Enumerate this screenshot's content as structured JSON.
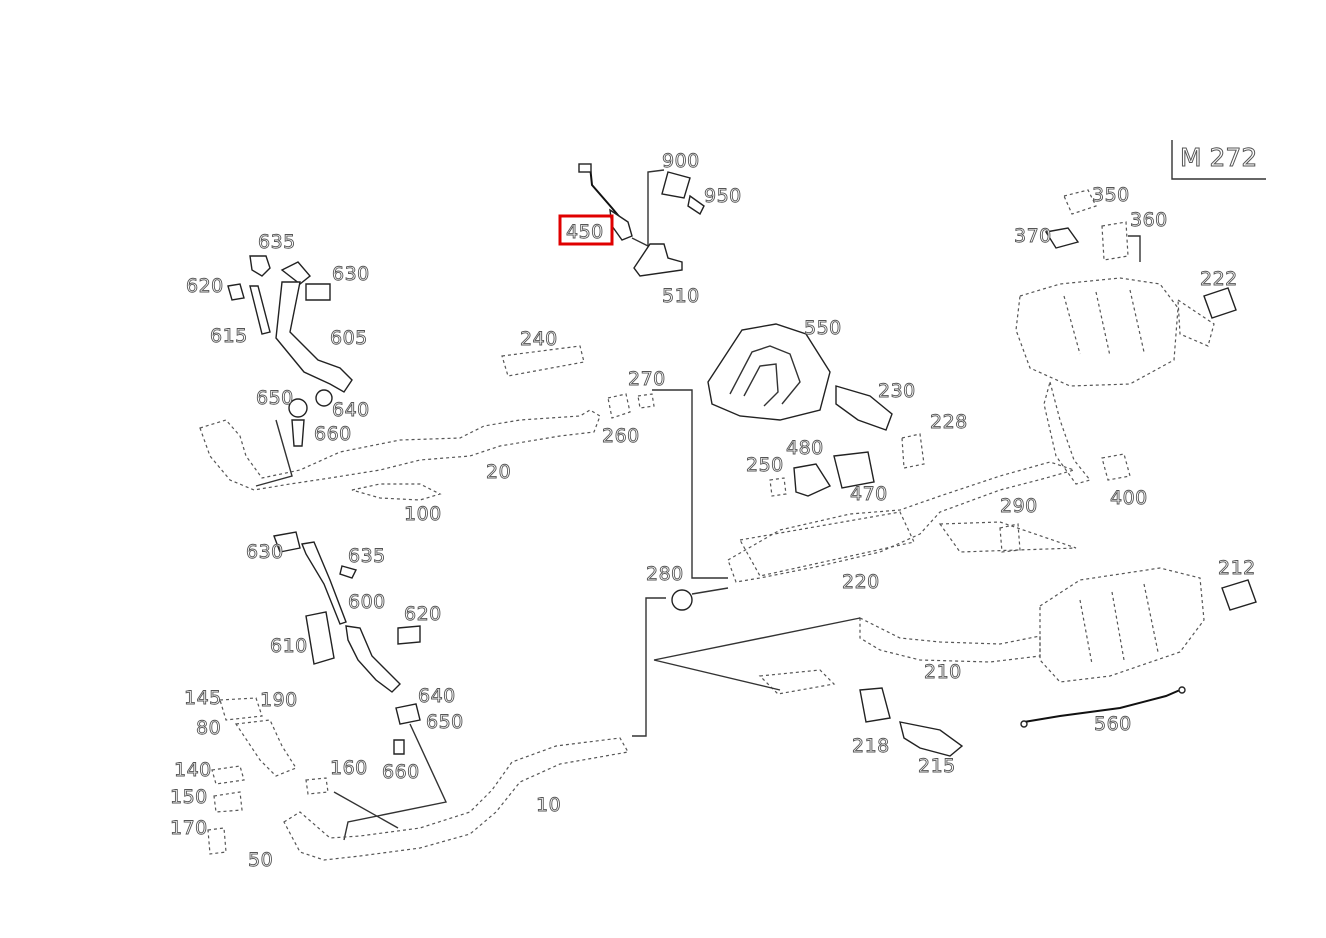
{
  "diagram": {
    "model_code": "M 272",
    "highlighted_part": "450",
    "labels": {
      "p900": "900",
      "p950": "950",
      "p450": "450",
      "p510": "510",
      "p635a": "635",
      "p630a": "630",
      "p620a": "620",
      "p615": "615",
      "p605": "605",
      "p650a": "650",
      "p640a": "640",
      "p660a": "660",
      "p240": "240",
      "p270": "270",
      "p260": "260",
      "p20": "20",
      "p100": "100",
      "p550": "550",
      "p230": "230",
      "p228": "228",
      "p480": "480",
      "p250": "250",
      "p470": "470",
      "p350": "350",
      "p370": "370",
      "p360": "360",
      "p222": "222",
      "p400": "400",
      "p290": "290",
      "p220": "220",
      "p280": "280",
      "p212": "212",
      "p210": "210",
      "p560": "560",
      "p218": "218",
      "p215": "215",
      "p630b": "630",
      "p635b": "635",
      "p600": "600",
      "p620b": "620",
      "p610": "610",
      "p145": "145",
      "p190": "190",
      "p80": "80",
      "p640b": "640",
      "p650b": "650",
      "p140": "140",
      "p160": "160",
      "p660b": "660",
      "p150": "150",
      "p10": "10",
      "p170": "170",
      "p50": "50"
    }
  }
}
